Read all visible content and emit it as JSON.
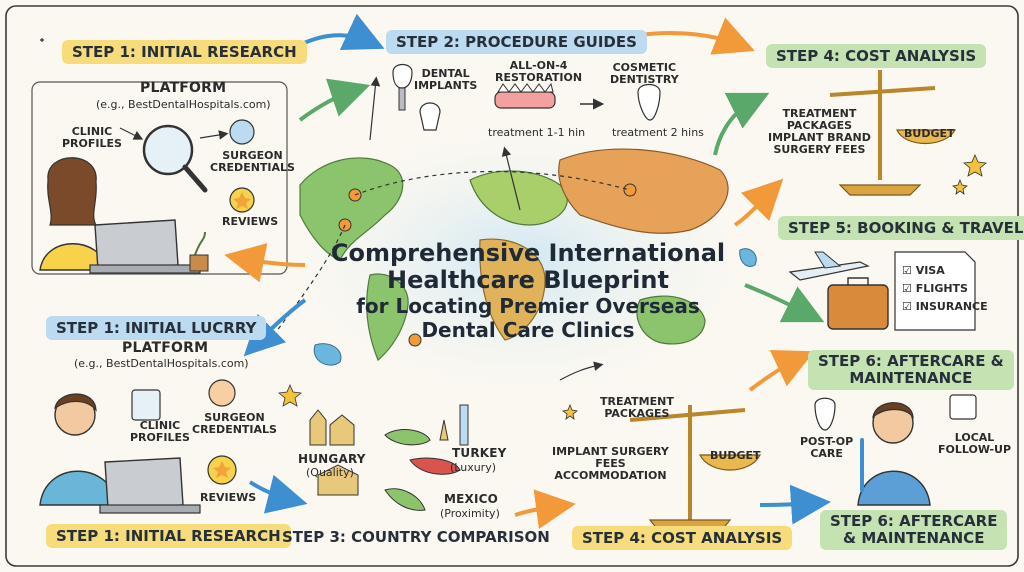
{
  "title": {
    "line1": "Comprehensive International",
    "line2": "Healthcare Blueprint",
    "line3": "for Locating Premier Overseas",
    "line4": "Dental Care Clinics"
  },
  "step1_top": {
    "label": "STEP 1: INITIAL RESEARCH",
    "platform": "PLATFORM",
    "platform_example": "(e.g., BestDentalHospitals.com)",
    "clinic_profiles": [
      "CLINIC",
      "PROFILES"
    ],
    "surgeon_credentials": [
      "SURGEON",
      "CREDENTIALS"
    ],
    "reviews": "REVIEWS"
  },
  "step1_mid": {
    "label": "STEP 1: INITIAL LUCRRY",
    "platform": "PLATFORM",
    "platform_example": "(e.g., BestDentalHospitals.com)",
    "clinic_profiles": [
      "CLINIC",
      "PROFILES"
    ],
    "surgeon_credentials": [
      "SURGEON",
      "CREDENTIALS"
    ],
    "reviews": "REVIEWS"
  },
  "step1_bottom": {
    "label": "STEP 1: INITIAL RESEARCH"
  },
  "step2": {
    "label": "STEP 2: PROCEDURE GUIDES",
    "dental_implants": [
      "DENTAL",
      "IMPLANTS"
    ],
    "all_on_4": [
      "ALL-ON-4",
      "RESTORATION"
    ],
    "cosmetic": [
      "COSMETIC",
      "DENTISTRY"
    ],
    "treatment_a": "treatment 1-1 hin",
    "treatment_b": "treatment 2 hins"
  },
  "step3": {
    "label": "STEP 3: COUNTRY COMPARISON",
    "hungary": "HUNGARY",
    "hungary_sub": "(Quality)",
    "turkey": "TURKEY",
    "turkey_sub": "(Luxury)",
    "mexico": "MEXICO",
    "mexico_sub": "(Proximity)"
  },
  "step4_top": {
    "label": "STEP 4: COST ANALYSIS",
    "left_items": [
      "TREATMENT",
      "PACKAGES",
      "IMPLANT BRAND",
      "SURGERY FEES"
    ],
    "budget": "BUDGET"
  },
  "step4_bottom": {
    "label": "STEP 4: COST ANALYSIS",
    "top_items": [
      "TREATMENT",
      "PACKAGES"
    ],
    "left_items": [
      "IMPLANT SURGERY",
      "FEES",
      "ACCOMMODATION"
    ],
    "budget": "BUDGET"
  },
  "step5": {
    "label": "STEP 5: BOOKING & TRAVEL",
    "checklist": [
      "VISA",
      "FLIGHTS",
      "INSURANCE"
    ]
  },
  "step6_mid": {
    "label": [
      "STEP 6: AFTERCARE &",
      "MAINTENANCE"
    ]
  },
  "step6_bottom": {
    "label": [
      "STEP 6: AFTERCARE",
      "& MAINTENANCE"
    ],
    "post_op": [
      "POST-OP",
      "CARE"
    ],
    "local": [
      "LOCAL",
      "FOLLOW-UP"
    ]
  },
  "colors": {
    "background": "#fbf8f1",
    "yellow_label": "#f7dc7c",
    "blue_label": "#bcdaf0",
    "green_label": "#c5e3b2",
    "orange_arrow": "#f29a3a",
    "blue_arrow": "#3d8fd1",
    "green_arrow": "#5aa86a"
  }
}
